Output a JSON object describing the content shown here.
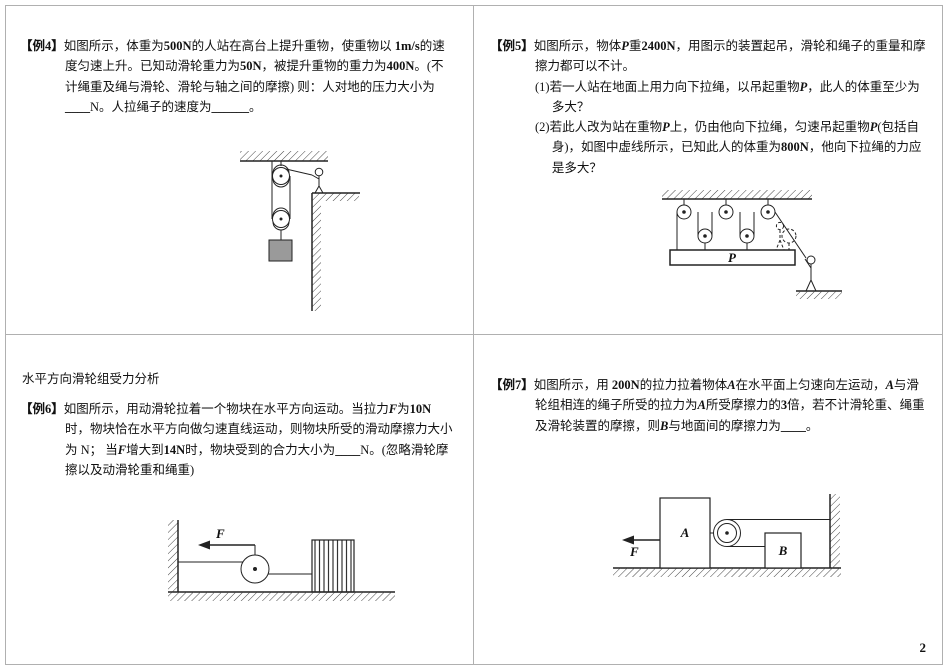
{
  "page": {
    "number": "2"
  },
  "section_header": "水平方向滑轮组受力分析",
  "ex4": {
    "label": "【例4】",
    "segments": [
      {
        "t": "如图所示，体重为"
      },
      {
        "t": "500N",
        "b": true
      },
      {
        "t": "的人站在高台上提升重物，使重物以 "
      },
      {
        "t": "1m/s",
        "b": true
      },
      {
        "t": "的速度匀速上升。已知动滑轮重力为"
      },
      {
        "t": "50N",
        "b": true
      },
      {
        "t": "，被提升重物的重力为"
      },
      {
        "t": "400N",
        "b": true
      },
      {
        "t": "。(不计绳重及绳与滑轮、滑轮与轴之间的摩擦) 则：人对地的压力大小为"
      },
      {
        "t": "____",
        "b": true
      },
      {
        "t": "N。人拉绳子的速度为"
      },
      {
        "t": "______",
        "b": true
      },
      {
        "t": "。"
      }
    ]
  },
  "ex5": {
    "label": "【例5】",
    "segments": [
      {
        "t": "如图所示，物体"
      },
      {
        "t": "P",
        "b": true,
        "i": true
      },
      {
        "t": "重"
      },
      {
        "t": "2400N",
        "b": true
      },
      {
        "t": "，用图示的装置起吊，滑轮和绳子的重量和摩擦力都可以不计。"
      }
    ],
    "items": [
      {
        "segments": [
          {
            "t": "(1)若一人站在地面上用力向下拉绳，以吊起重物"
          },
          {
            "t": "P",
            "b": true,
            "i": true
          },
          {
            "t": "，此人的体重至少为多大？"
          }
        ]
      },
      {
        "segments": [
          {
            "t": "(2)若此人改为站在重物"
          },
          {
            "t": "P",
            "b": true,
            "i": true
          },
          {
            "t": "上，仍由他向下拉绳，匀速吊起重物"
          },
          {
            "t": "P",
            "b": true,
            "i": true
          },
          {
            "t": "(包括自身)，如图中虚线所示，已知此人的体重为"
          },
          {
            "t": "800N",
            "b": true
          },
          {
            "t": "，他向下拉绳的力应是多大？"
          }
        ]
      }
    ],
    "figure": {
      "platform_label": "P"
    }
  },
  "ex6": {
    "label": "【例6】",
    "segments": [
      {
        "t": "如图所示，用动滑轮拉着一个物块在水平方向运动。当拉力"
      },
      {
        "t": "F",
        "b": true,
        "i": true
      },
      {
        "t": "为"
      },
      {
        "t": "10N",
        "b": true
      },
      {
        "t": "时，物块恰在水平方向做匀速直线运动，则物块所受的滑动摩擦力大小为 N； 当"
      },
      {
        "t": "F",
        "b": true,
        "i": true
      },
      {
        "t": "增大到"
      },
      {
        "t": "14N",
        "b": true
      },
      {
        "t": "时，物块受到的合力大小为"
      },
      {
        "t": "____",
        "b": true
      },
      {
        "t": "N。(忽略滑轮摩擦以及动滑轮重和绳重)"
      }
    ],
    "figure": {
      "force_label": "F"
    }
  },
  "ex7": {
    "label": "【例7】",
    "segments": [
      {
        "t": "如图所示，用 "
      },
      {
        "t": "200N",
        "b": true
      },
      {
        "t": "的拉力拉着物体"
      },
      {
        "t": "A",
        "b": true,
        "i": true
      },
      {
        "t": "在水平面上匀速向左运动，"
      },
      {
        "t": "A",
        "b": true,
        "i": true
      },
      {
        "t": "与滑轮组相连的绳子所受的拉力为"
      },
      {
        "t": "A",
        "b": true,
        "i": true
      },
      {
        "t": "所受摩擦力的"
      },
      {
        "t": "3",
        "b": true
      },
      {
        "t": "倍，若不计滑轮重、绳重及滑轮装置的摩擦，则"
      },
      {
        "t": "B",
        "b": true,
        "i": true
      },
      {
        "t": "与地面间的摩擦力为"
      },
      {
        "t": "____",
        "b": true
      },
      {
        "t": "。"
      }
    ],
    "figure": {
      "force_label": "F",
      "block_a_label": "A",
      "block_b_label": "B"
    }
  }
}
